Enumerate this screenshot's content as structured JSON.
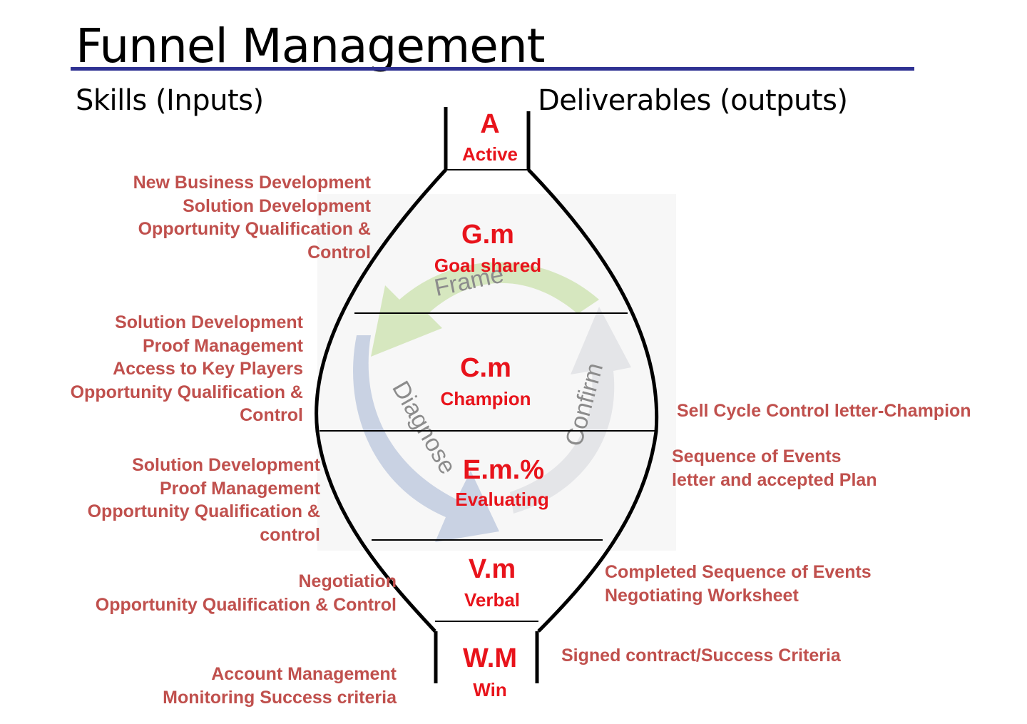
{
  "title": "Funnel Management",
  "headers": {
    "skills": "Skills (Inputs)",
    "deliverables": "Deliverables (outputs)"
  },
  "cycle_labels": {
    "frame": "Frame",
    "diagnose": "Diagnose",
    "confirm": "Confirm"
  },
  "stages": [
    {
      "code": "A",
      "name": "Active"
    },
    {
      "code": "G.m",
      "name": "Goal shared"
    },
    {
      "code": "C.m",
      "name": "Champion"
    },
    {
      "code": "E.m.%",
      "name": "Evaluating"
    },
    {
      "code": "V.m",
      "name": "Verbal"
    },
    {
      "code": "W.M",
      "name": "Win"
    }
  ],
  "skills": [
    [
      "New Business Development",
      "Solution Development",
      "Opportunity Qualification &",
      "Control"
    ],
    [
      "Solution Development",
      "Proof Management",
      "Access to Key Players",
      "Opportunity Qualification &",
      "Control"
    ],
    [
      "Solution Development",
      "Proof Management",
      "Opportunity Qualification &",
      "control"
    ],
    [
      "Negotiation",
      "Opportunity Qualification & Control"
    ],
    [
      "Account Management",
      "Monitoring Success criteria"
    ]
  ],
  "deliverables": [
    [
      "Sell Cycle Control letter-Champion"
    ],
    [
      "Sequence of Events",
      "letter and accepted Plan"
    ],
    [
      "Completed Sequence of Events",
      "Negotiating Worksheet"
    ],
    [
      "Signed contract/Success Criteria"
    ]
  ],
  "colors": {
    "accent_text": "#e8131b",
    "skill_text": "#c0504d",
    "rule": "#2e3192",
    "arrow_green": "#d6e7bf",
    "arrow_blue": "#c9d2e3",
    "arrow_gray": "#e4e5e8"
  }
}
